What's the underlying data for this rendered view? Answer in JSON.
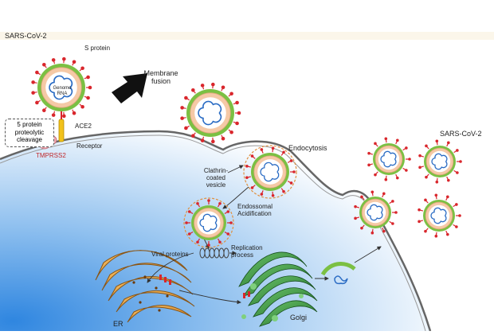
{
  "labels": {
    "sars_cov_2_left": "SARS-CoV-2",
    "s_protein": "S protein",
    "genome_rna": "Genome RNA",
    "membrane_fusion": "Membrane fusion",
    "s_protein_cleavage": "5 protein proteolytic cleavage",
    "ace2": "ACE2",
    "receptor": "Receptor",
    "tmprss2": "TMPRSS2",
    "endocytosis": "Endocytosis",
    "clathrin_vesicle": "Clathrin-coated vesicle",
    "endosomal_acidification": "Endossomal Acidification",
    "viral_proteins": "Viral proteins",
    "replication_process": "Replication process",
    "er": "ER",
    "golgi": "Golgi",
    "sars_cov_2_right": "SARS-CoV-2"
  },
  "colors": {
    "cytoplasm_blue": "#2f86e0",
    "virion_fill": "#f5c9a6",
    "virion_envelope": "#7bc043",
    "spike_red": "#d9262c",
    "rna_blue": "#2b6cc4",
    "er_orange": "#e8a33d",
    "golgi_green": "#3a9a3a",
    "tmprss2_red": "#c0282b",
    "ace2_yellow": "#f2c21b"
  }
}
